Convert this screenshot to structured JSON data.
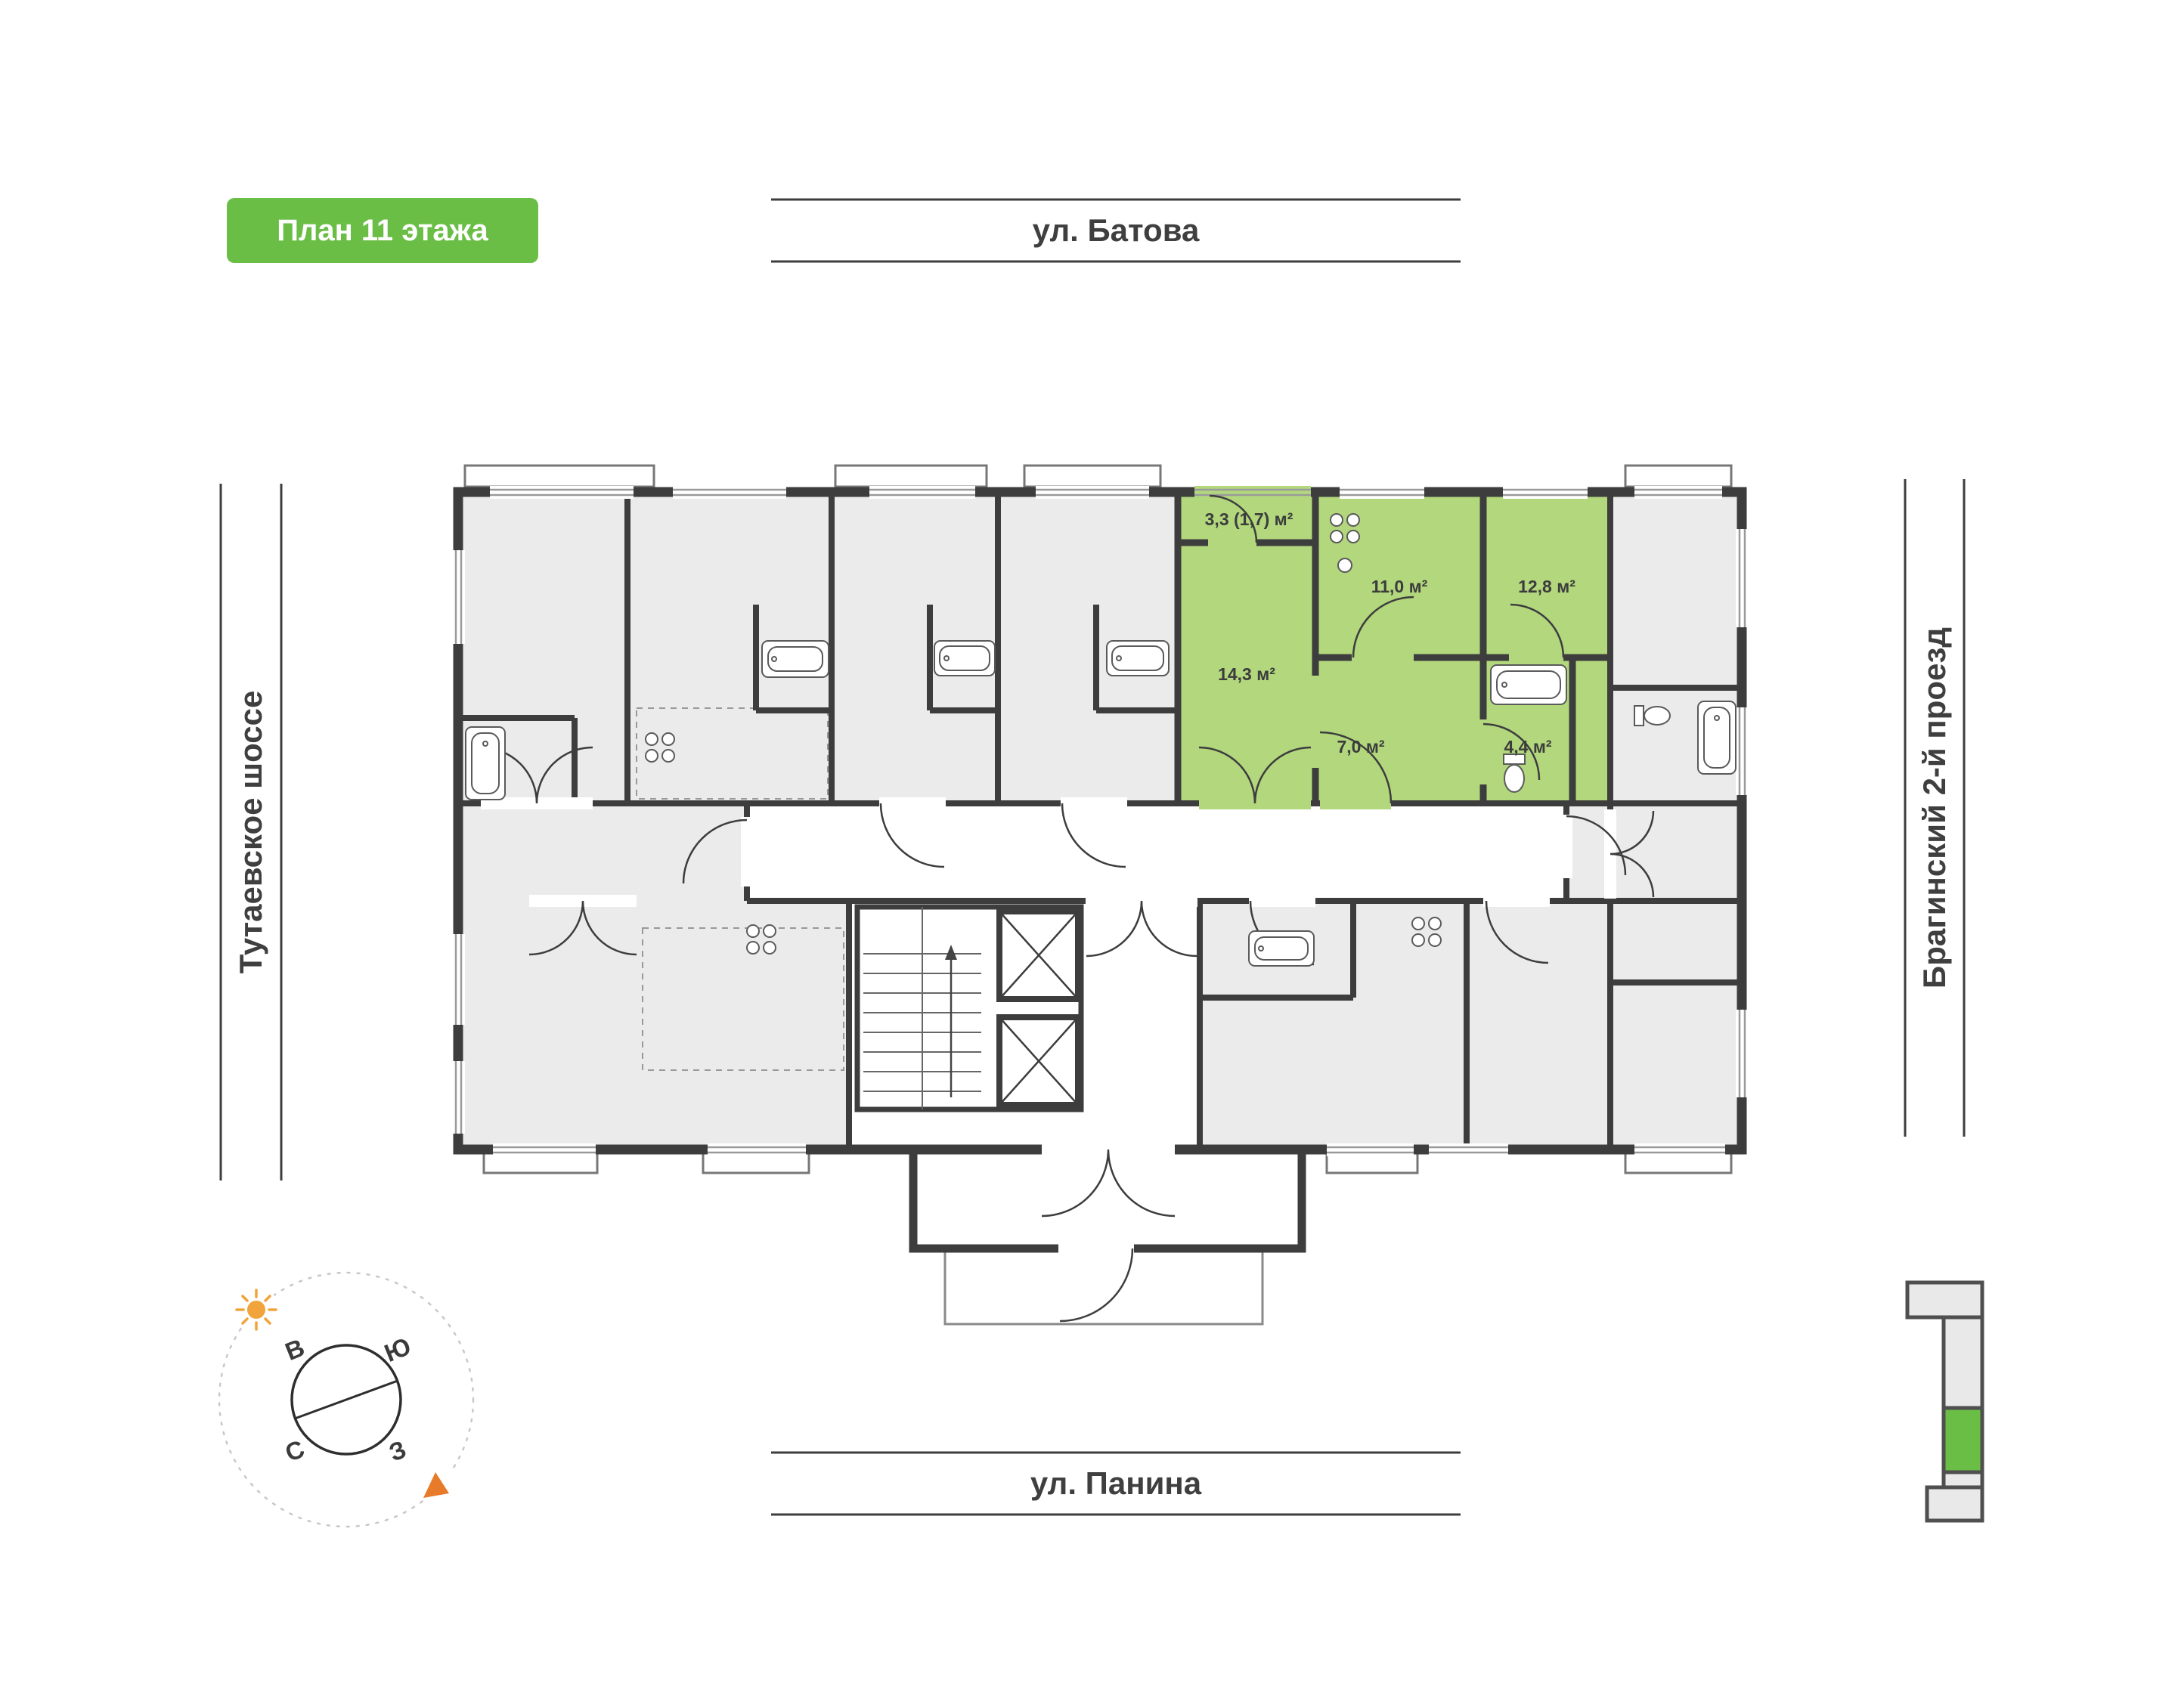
{
  "badge": {
    "label": "План 11 этажа",
    "bg": "#6abe45",
    "color": "#ffffff"
  },
  "streets": {
    "top": "ул. Батова",
    "left": "Тутаевское шоссе",
    "right": "Брагинский 2-й проезд",
    "bottom": "ул. Панина"
  },
  "compass": {
    "east": "В",
    "south": "Ю",
    "north": "С",
    "west": "З"
  },
  "apartment": {
    "highlight_color": "#b2d77d",
    "rooms": [
      {
        "name": "balcony",
        "label": "3,3 (1,7) м²"
      },
      {
        "name": "kitchen",
        "label": "11,0 м²"
      },
      {
        "name": "bedroom",
        "label": "12,8 м²"
      },
      {
        "name": "living-room",
        "label": "14,3 м²"
      },
      {
        "name": "hallway",
        "label": "7,0 м²"
      },
      {
        "name": "bathroom",
        "label": "4,4 м²"
      }
    ]
  },
  "colors": {
    "badge_green": "#6abe45",
    "apartment_green": "#b2d77d",
    "wall": "#3d3d3d",
    "room_fill": "#ebebeb",
    "text": "#3b3b3b",
    "sun_orange": "#f0a43b",
    "arrow_orange": "#e87b2a"
  }
}
